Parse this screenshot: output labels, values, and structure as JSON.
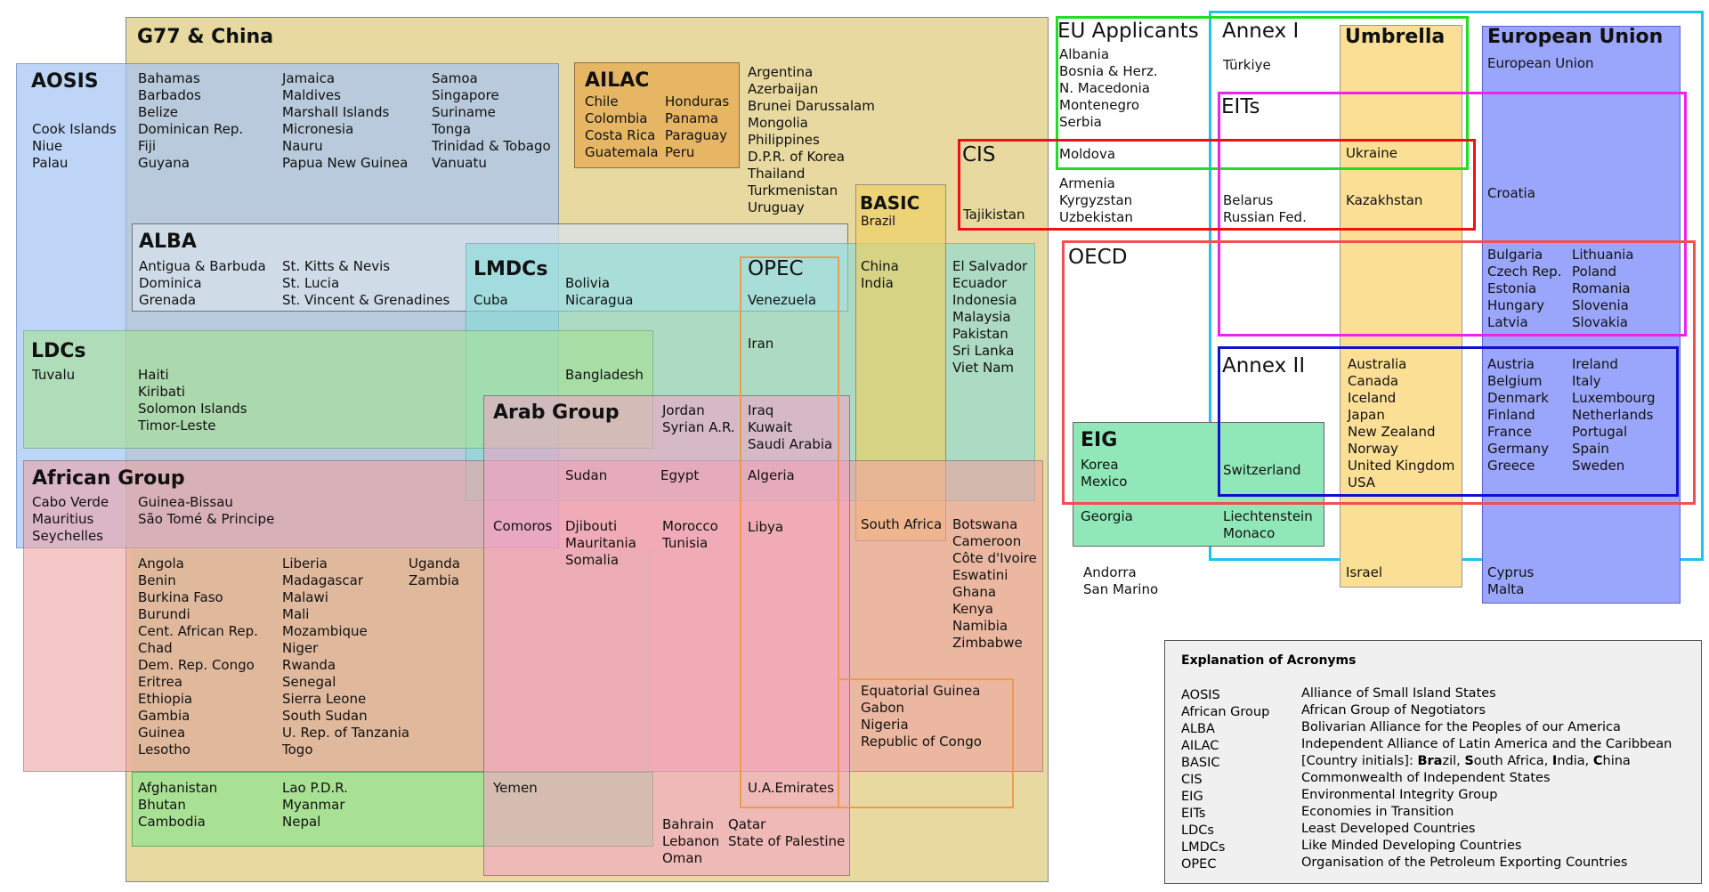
{
  "groups": {
    "g77": {
      "name": "G77 & China",
      "fill": "#e8d9a0",
      "stroke": "#888888"
    },
    "aosis": {
      "name": "AOSIS",
      "fill": "#a4c4f4",
      "stroke": "#5a7bbb"
    },
    "ailac": {
      "name": "AILAC",
      "fill": "#e6b664",
      "stroke": "#8a7040"
    },
    "alba": {
      "name": "ALBA",
      "fill": "#d9e4ee",
      "stroke": "#555555"
    },
    "lmdcs": {
      "name": "LMDCs",
      "fill": "#88dcd8",
      "stroke": "#4aaaaa"
    },
    "opec": {
      "name": "OPEC",
      "stroke": "#f09a50"
    },
    "basic": {
      "name": "BASIC",
      "fill": "#f0d060",
      "stroke": "#666666"
    },
    "ldcs": {
      "name": "LDCs",
      "fill": "#a6e294",
      "stroke": "#5aaa66"
    },
    "african": {
      "name": "African Group",
      "fill": "#f0a0a0",
      "stroke": "#666666"
    },
    "arab": {
      "name": "Arab Group",
      "fill": "#f3a3c7",
      "stroke": "#555555"
    },
    "eu_applicants": {
      "name": "EU Applicants",
      "stroke": "#22dd22"
    },
    "annex1": {
      "name": "Annex I",
      "stroke": "#22c0ea"
    },
    "umbrella": {
      "name": "Umbrella",
      "fill": "#fbdf94",
      "stroke": "#999999"
    },
    "eu": {
      "name": "European Union",
      "fill": "#9aa6fc",
      "stroke": "#5566cc"
    },
    "eits": {
      "name": "EITs",
      "stroke": "#ee22ee"
    },
    "cis": {
      "name": "CIS",
      "stroke": "#ee1111"
    },
    "oecd": {
      "name": "OECD",
      "stroke": "#f05050"
    },
    "annex2": {
      "name": "Annex II",
      "stroke": "#1111cc"
    },
    "eig": {
      "name": "EIG",
      "fill": "#90e8b8",
      "stroke": "#666666"
    }
  },
  "members": {
    "aosis_only": "Cook Islands\nNiue\nPalau",
    "aosis_g77_a": "Bahamas\nBarbados\nBelize\nDominican Rep.\nFiji\nGuyana",
    "aosis_g77_b": "Jamaica\nMaldives\nMarshall Islands\nMicronesia\nNauru\nPapua New Guinea",
    "aosis_g77_c": "Samoa\nSingapore\nSuriname\nTonga\nTrinidad & Tobago\nVanuatu",
    "ailac_a": "Chile\nColombia\nCosta Rica\nGuatemala",
    "ailac_b": "Honduras\nPanama\nParaguay\nPeru",
    "g77_only_top": "Argentina\nAzerbaijan\nBrunei Darussalam\nMongolia\nPhilippines\nD.P.R. of Korea\nThailand\nTurkmenistan\nUruguay",
    "cis_g77": "Tajikistan",
    "basic_only": "Brazil",
    "alba_a": "Antigua & Barbuda\nDominica\nGrenada",
    "alba_b": "St. Kitts & Nevis\nSt. Lucia\nSt. Vincent & Grenadines",
    "alba_lmdc_aosis": "Cuba",
    "alba_lmdc": "Bolivia\nNicaragua",
    "alba_lmdc_opec": "Venezuela",
    "basic_lmdc": "China\nIndia",
    "lmdc_right": "El Salvador\nEcuador\nIndonesia\nMalaysia\nPakistan\nSri Lanka\nViet Nam",
    "lmdc_opec": "Iran",
    "ldc_aosis": "Tuvalu",
    "ldc_aosis_g77": "Haiti\nKiribati\nSolomon Islands\nTimor-Leste",
    "ldc_lmdc": "Bangladesh",
    "arab_lmdc_a": "Jordan\nSyrian A.R.",
    "arab_lmdc_opec": "Iraq\nKuwait\nSaudi Arabia",
    "arab_lmdc_ldc_african": "Sudan",
    "arab_lmdc_african": "Egypt",
    "arab_lmdc_opec_african": "Algeria",
    "african_aosis_only": "Cabo Verde\nMauritius\nSeychelles",
    "african_aosis_ldc": "Guinea-Bissau\nSão Tomé & Principe",
    "arab_african_aosis": "Comoros",
    "arab_african_ldc": "Djibouti\nMauritania\nSomalia",
    "arab_african": "Morocco\nTunisia",
    "arab_african_opec": "Libya",
    "basic_african": "South Africa",
    "african_right": "Botswana\nCameroon\nCôte d'Ivoire\nEswatini\nGhana\nKenya\nNamibia\nZimbabwe",
    "african_ldc_a": "Angola\nBenin\nBurkina Faso\nBurundi\nCent. African Rep.\nChad\nDem. Rep. Congo\nEritrea\nEthiopia\nGambia\nGuinea\nLesotho",
    "african_ldc_b": "Liberia\nMadagascar\nMalawi\nMali\nMozambique\nNiger\nRwanda\nSenegal\nSierra Leone\nSouth Sudan\nU. Rep. of Tanzania\nTogo",
    "african_ldc_c": "Uganda\nZambia",
    "african_opec": "Equatorial Guinea\nGabon\nNigeria\nRepublic of Congo",
    "ldc_asia_a": "Afghanistan\nBhutan\nCambodia",
    "ldc_asia_b": "Lao P.D.R.\nMyanmar\nNepal",
    "arab_ldc": "Yemen",
    "arab_opec": "U.A.Emirates",
    "arab_a": "Bahrain\nLebanon\nOman",
    "arab_b": "Qatar\nState of Palestine",
    "eu_applicants_list": "Albania\nBosnia & Herz.\nN. Macedonia\nMontenegro\nSerbia",
    "annex1_eu_applicant": "Türkiye",
    "eu_member": "European Union",
    "cis_eu_applicant": "Moldova",
    "cis_eits_umbrella": "Ukraine",
    "cis_only": "Armenia\nKyrgyzstan\nUzbekistan",
    "cis_eits": "Belarus\nRussian Fed.",
    "cis_eits_umbrella_b": "Kazakhstan",
    "eu_eits_a": "Croatia",
    "eu_eits_oecd_a": "Bulgaria\nCzech Rep.\nEstonia\nHungary\nLatvia",
    "eu_eits_oecd_b": "Lithuania\nPoland\nRomania\nSlovenia\nSlovakia",
    "umbrella_annex2": "Australia\nCanada\nIceland\nJapan\nNew Zealand\nNorway\nUnited Kingdom\nUSA",
    "eu_annex2_a": "Austria\nBelgium\nDenmark\nFinland\nFrance\nGermany\nGreece",
    "eu_annex2_b": "Ireland\nItaly\nLuxembourg\nNetherlands\nPortugal\nSpain\nSweden",
    "eig_oecd": "Korea\nMexico",
    "eig_annex2": "Switzerland",
    "eig_only": "Georgia",
    "eig_annex1": "Liechtenstein\nMonaco",
    "non_party_group": "Andorra\nSan Marino",
    "umbrella_only": "Israel",
    "eu_only": "Cyprus\nMalta"
  },
  "legend": {
    "title": "Explanation of Acronyms",
    "keys": "AOSIS\nAfrican Group\nALBA\nAILAC\nBASIC\nCIS\nEIG\nEITs\nLDCs\nLMDCs\nOPEC",
    "values": [
      "Alliance of Small Island States",
      "African Group of Negotiators",
      "Bolivarian Alliance for the Peoples of our America",
      "Independent Alliance of Latin America and the Caribbean",
      "__BASIC__",
      "Commonwealth of Independent States",
      "Environmental Integrity Group",
      "Economies in Transition",
      "Least Developed Countries",
      "Like Minded Developing Countries",
      "Organisation of the Petroleum Exporting Countries"
    ],
    "basic_prefix": "[Country initials]: ",
    "basic_parts": [
      {
        "b": "Bra",
        "t": "zil, "
      },
      {
        "b": "S",
        "t": "outh Africa, "
      },
      {
        "b": "I",
        "t": "ndia, "
      },
      {
        "b": "C",
        "t": "hina"
      }
    ]
  }
}
